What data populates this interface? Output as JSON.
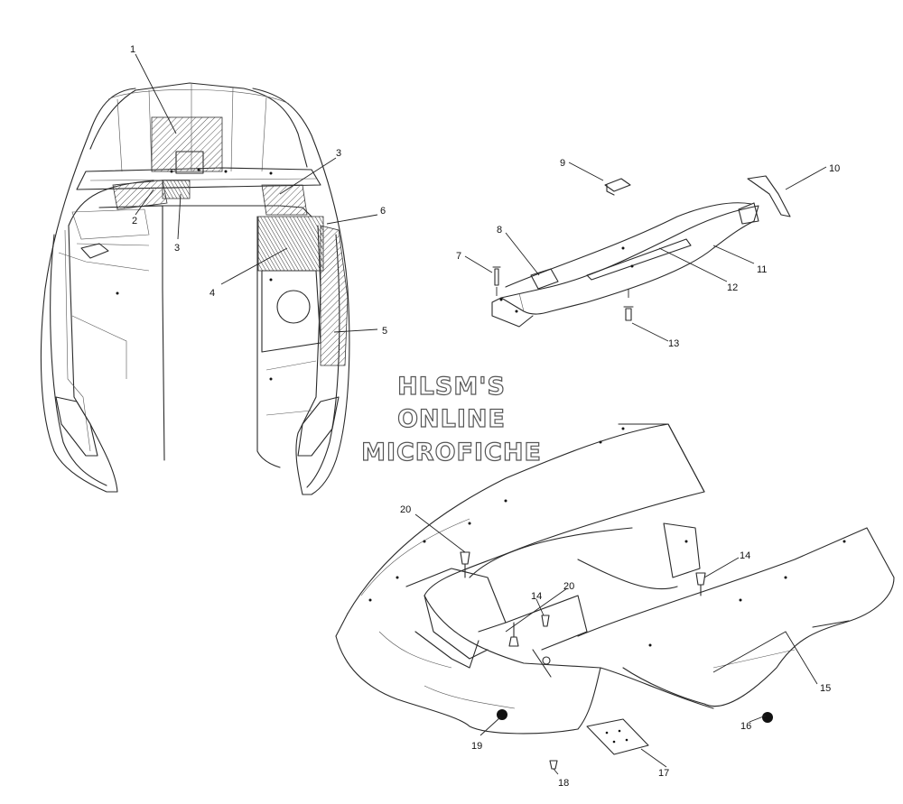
{
  "watermark": {
    "line1": "HLSM'S",
    "line2": "ONLINE",
    "line3": "MICROFICHE"
  },
  "callouts": {
    "c1": "1",
    "c2": "2",
    "c3a": "3",
    "c3b": "3",
    "c4": "4",
    "c5": "5",
    "c6": "6",
    "c7": "7",
    "c8": "8",
    "c9": "9",
    "c10": "10",
    "c11": "11",
    "c12": "12",
    "c13": "13",
    "c14a": "14",
    "c14b": "14",
    "c15": "15",
    "c16": "16",
    "c17": "17",
    "c18": "18",
    "c19": "19",
    "c20a": "20",
    "c20b": "20"
  }
}
